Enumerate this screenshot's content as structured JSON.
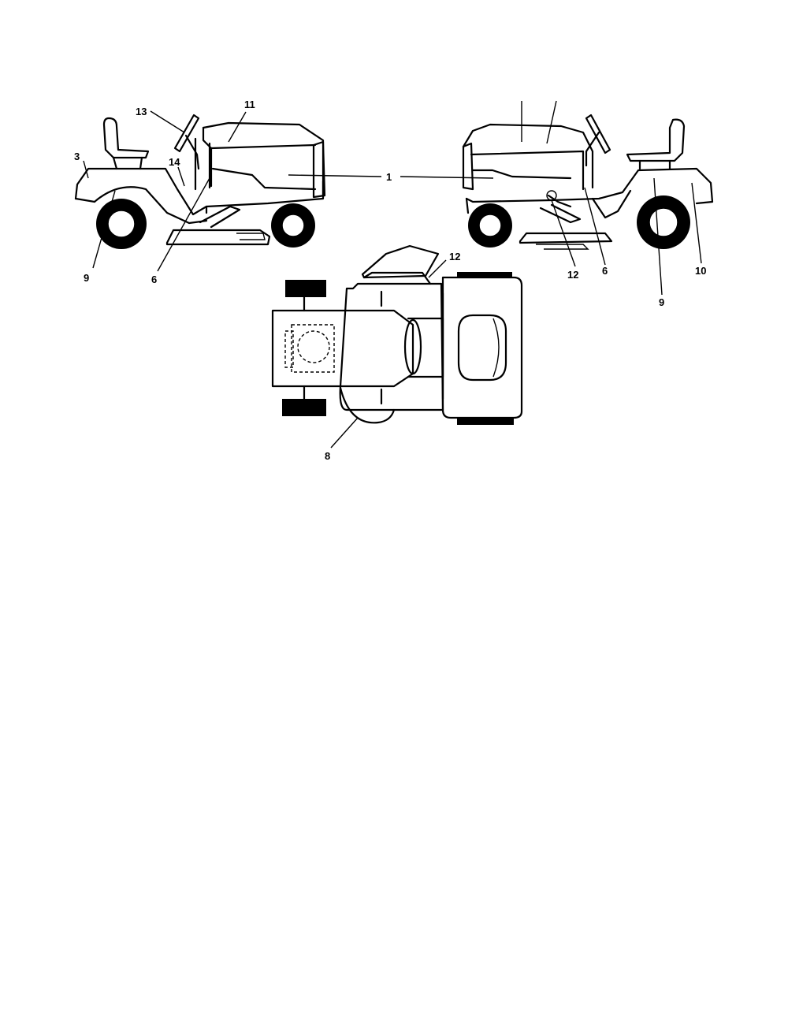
{
  "callouts": {
    "c1": "1",
    "c3": "3",
    "c6a": "6",
    "c6b": "6",
    "c8": "8",
    "c9a": "9",
    "c9b": "9",
    "c10": "10",
    "c11": "11",
    "c12a": "12",
    "c12b": "12",
    "c13": "13",
    "c14": "14"
  },
  "colors": {
    "line": "#000000",
    "background": "#ffffff"
  }
}
